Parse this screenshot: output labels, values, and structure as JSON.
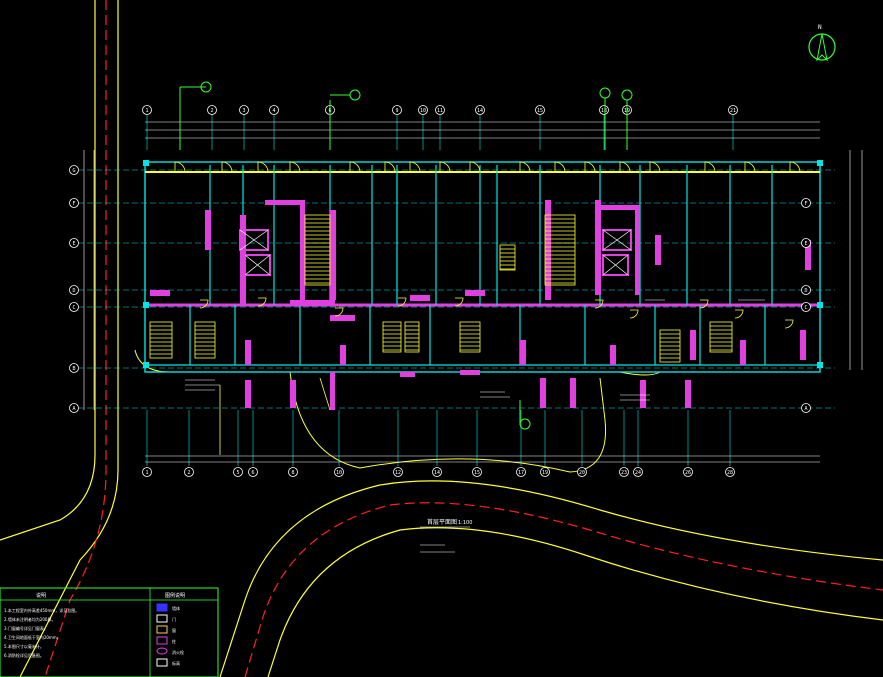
{
  "colors": {
    "background": "#000000",
    "wall": "#e040e0",
    "axis": "#00e5e5",
    "road": "#ffff33",
    "centerline": "#ff2020",
    "green": "#33ff33",
    "white": "#ffffff"
  },
  "top_axis_labels": [
    "1",
    "2",
    "3",
    "4",
    "6",
    "9",
    "10",
    "11",
    "14",
    "15",
    "18",
    "19",
    "21"
  ],
  "bottom_axis_labels": [
    "1",
    "2",
    "5",
    "6",
    "8",
    "10",
    "12",
    "14",
    "15",
    "17",
    "19",
    "20",
    "23",
    "24",
    "26",
    "28"
  ],
  "left_axis_labels": [
    "G",
    "F",
    "E",
    "D",
    "C",
    "B",
    "A"
  ],
  "right_axis_labels": [
    "F",
    "E",
    "D",
    "C",
    "A"
  ],
  "north_arrow_label": "N",
  "drawing_title": "首层平面图",
  "drawing_scale": "1:100",
  "legend_title": "说明",
  "legend_key_title": "图例说明",
  "notes": [
    "1.本工程室内外高差450mm，详见总图。",
    "2.墙体未注明者均为200厚。",
    "3.门窗编号详见门窗表。",
    "4.卫生间地面低于室内20mm。",
    "5.本图尺寸以毫米计。",
    "6.消防栓详见设备图。"
  ],
  "legend_items": [
    {
      "icon": "wall-fill-icon",
      "label": "墙体"
    },
    {
      "icon": "door-icon",
      "label": "门"
    },
    {
      "icon": "window-icon",
      "label": "窗"
    },
    {
      "icon": "column-icon",
      "label": "柱"
    },
    {
      "icon": "fire-hydrant-icon",
      "label": "消火栓"
    },
    {
      "icon": "level-mark-icon",
      "label": "标高"
    }
  ]
}
